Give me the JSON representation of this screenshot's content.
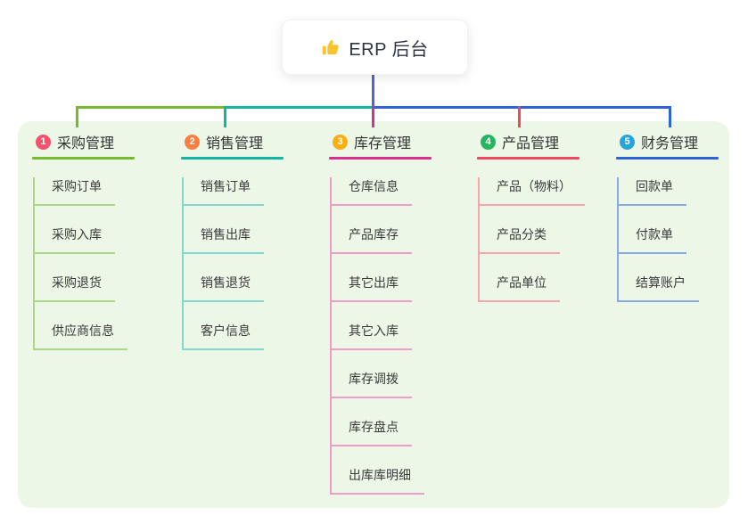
{
  "root": {
    "icon": "thumbs-up",
    "label": "ERP 后台"
  },
  "colors": {
    "canvas": "#ffffff",
    "panel": "#ecf7e7",
    "root_line": "#5066cf",
    "thumb": "#f8c32c",
    "title_text": "#333333",
    "node_text": "#3a3a3a"
  },
  "branches": [
    {
      "num": "1",
      "label": "采购管理",
      "color": "#76ba2f",
      "light": "#abd688",
      "badge": "#f4516c",
      "children": [
        "采购订单",
        "采购入库",
        "采购退货",
        "供应商信息"
      ]
    },
    {
      "num": "2",
      "label": "销售管理",
      "color": "#13b5a5",
      "light": "#82d8cd",
      "badge": "#fa7d41",
      "children": [
        "销售订单",
        "销售出库",
        "销售退货",
        "客户信息"
      ]
    },
    {
      "num": "3",
      "label": "库存管理",
      "color": "#d8308f",
      "light": "#ef9cc6",
      "badge": "#f9ae13",
      "children": [
        "仓库信息",
        "产品库存",
        "其它出库",
        "其它入库",
        "库存调拨",
        "库存盘点",
        "出库库明细"
      ]
    },
    {
      "num": "4",
      "label": "产品管理",
      "color": "#f0485e",
      "light": "#f8a4ab",
      "badge": "#27b561",
      "children": [
        "产品（物料）",
        "产品分类",
        "产品单位"
      ]
    },
    {
      "num": "5",
      "label": "财务管理",
      "color": "#2f64d8",
      "light": "#8ba8e8",
      "badge": "#29a3dc",
      "children": [
        "回款单",
        "付款单",
        "结算账户"
      ]
    }
  ]
}
